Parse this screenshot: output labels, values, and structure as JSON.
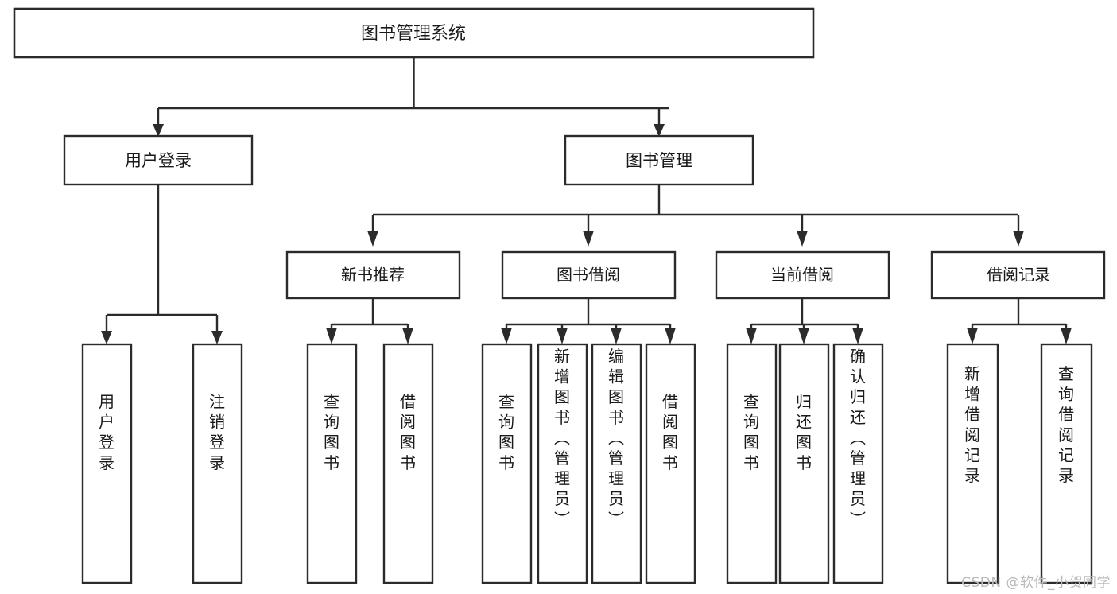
{
  "diagram": {
    "type": "tree",
    "title": "图书管理系统",
    "orientation": "top-down",
    "colors": {
      "box_border": "#2b2b2b",
      "box_fill": "#ffffff",
      "edge": "#2b2b2b",
      "text": "#1a1a1a",
      "watermark": "#b9b9b9",
      "background": "#ffffff"
    },
    "root": {
      "id": "root",
      "label": "图书管理系统",
      "level": 1
    },
    "level2": [
      {
        "id": "user-login",
        "label": "用户登录",
        "level": 2
      },
      {
        "id": "book-management",
        "label": "图书管理",
        "level": 2
      }
    ],
    "level3": [
      {
        "id": "new-book-recommend",
        "label": "新书推荐",
        "level": 3,
        "parent": "book-management"
      },
      {
        "id": "book-borrow",
        "label": "图书借阅",
        "level": 3,
        "parent": "book-management"
      },
      {
        "id": "current-borrow",
        "label": "当前借阅",
        "level": 3,
        "parent": "book-management"
      },
      {
        "id": "borrow-record",
        "label": "借阅记录",
        "level": 3,
        "parent": "book-management"
      }
    ],
    "leaves": [
      {
        "id": "leaf-user-login",
        "label": "用户登录",
        "parent": "user-login"
      },
      {
        "id": "leaf-logout-login",
        "label": "注销登录",
        "parent": "user-login"
      },
      {
        "id": "leaf-query-book-1",
        "label": "查询图书",
        "parent": "new-book-recommend"
      },
      {
        "id": "leaf-borrow-book-1",
        "label": "借阅图书",
        "parent": "new-book-recommend"
      },
      {
        "id": "leaf-query-book-2",
        "label": "查询图书",
        "parent": "book-borrow"
      },
      {
        "id": "leaf-add-book",
        "label": "新增图书（管理员）",
        "parent": "book-borrow"
      },
      {
        "id": "leaf-edit-book",
        "label": "编辑图书（管理员）",
        "parent": "book-borrow"
      },
      {
        "id": "leaf-borrow-book-2",
        "label": "借阅图书",
        "parent": "book-borrow"
      },
      {
        "id": "leaf-query-book-3",
        "label": "查询图书",
        "parent": "current-borrow"
      },
      {
        "id": "leaf-return-book",
        "label": "归还图书",
        "parent": "current-borrow"
      },
      {
        "id": "leaf-confirm-return",
        "label": "确认归还（管理员）",
        "parent": "current-borrow"
      },
      {
        "id": "leaf-add-record",
        "label": "新增借阅记录",
        "parent": "borrow-record"
      },
      {
        "id": "leaf-query-record",
        "label": "查询借阅记录",
        "parent": "borrow-record"
      }
    ]
  },
  "watermark": {
    "text": "CSDN @软件_小贺同学"
  }
}
